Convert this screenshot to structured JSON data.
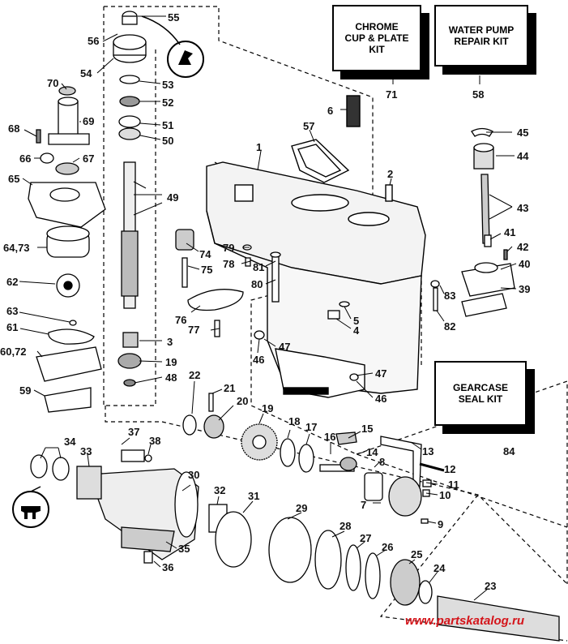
{
  "kits": {
    "chrome": "CHROME\nCUP & PLATE\nKIT",
    "water_pump": "WATER PUMP\nREPAIR KIT",
    "gearcase_seal": "GEARCASE\nSEAL KIT"
  },
  "labels": {
    "n55": "55",
    "n56": "56",
    "n54": "54",
    "n53": "53",
    "n52": "52",
    "n51": "51",
    "n50": "50",
    "n70": "70",
    "n69": "69",
    "n68": "68",
    "n66": "66",
    "n67": "67",
    "n65": "65",
    "n49": "49",
    "n64": "64,73",
    "n62": "62",
    "n63": "63",
    "n61": "61",
    "n60": "60,72",
    "n59": "59",
    "n71": "71",
    "n58": "58",
    "n6": "6",
    "n57": "57",
    "n1": "1",
    "n2": "2",
    "n45": "45",
    "n44": "44",
    "n43": "43",
    "n41": "41",
    "n42": "42",
    "n40": "40",
    "n39": "39",
    "n74": "74",
    "n75": "75",
    "n79": "79",
    "n78": "78",
    "n81": "81",
    "n80": "80",
    "n83": "83",
    "n82": "82",
    "n76": "76",
    "n77": "77",
    "n5": "5",
    "n4": "4",
    "n3": "3",
    "n47a": "47",
    "n46a": "46",
    "n47b": "47",
    "n46b": "46",
    "n19": "19",
    "n48": "48",
    "n22": "22",
    "n21": "21",
    "n20": "20",
    "n18": "18",
    "n17": "17",
    "n16": "16",
    "n15": "15",
    "n14": "14",
    "n13": "13",
    "n12": "12",
    "n8": "8",
    "n11": "11",
    "n10": "10",
    "n7": "7",
    "n9": "9",
    "n84": "84",
    "n37": "37",
    "n38": "38",
    "n34": "34",
    "n33": "33",
    "n30": "30",
    "n32": "32",
    "n31": "31",
    "n29": "29",
    "n28": "28",
    "n27": "27",
    "n26": "26",
    "n25": "25",
    "n24": "24",
    "n23": "23",
    "n35": "35",
    "n36": "36"
  },
  "watermark": "www.partskatalog.ru"
}
